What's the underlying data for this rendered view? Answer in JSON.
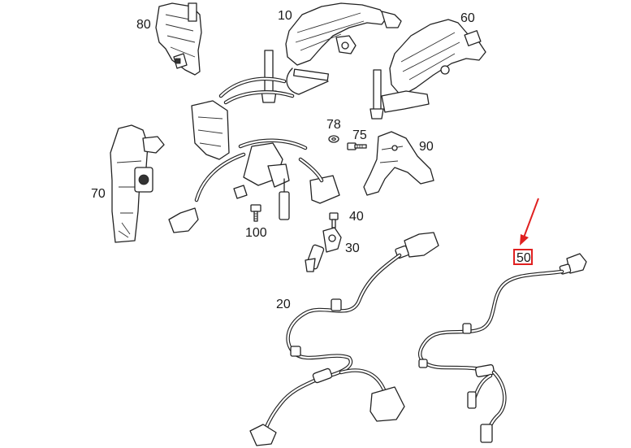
{
  "callouts": {
    "c10": "10",
    "c20": "20",
    "c30": "30",
    "c40": "40",
    "c50": "50",
    "c60": "60",
    "c70": "70",
    "c75": "75",
    "c78": "78",
    "c80": "80",
    "c90": "90",
    "c100": "100"
  },
  "highlight": {
    "target": "50",
    "color": "#e02020"
  }
}
